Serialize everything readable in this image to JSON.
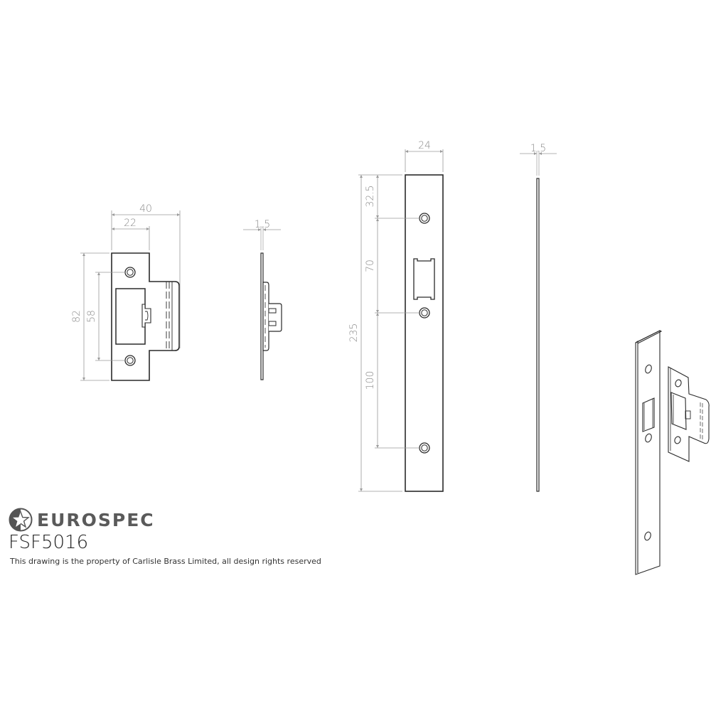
{
  "brand": {
    "logo_icon": "star-circle-logo-icon",
    "name": "EUROSPEC",
    "colors": {
      "logo_dark": "#555555",
      "text": "#5a5a5a"
    }
  },
  "product": {
    "code": "FSF5016",
    "copyright": "This drawing is the property of Carlisle Brass Limited, all design rights reserved"
  },
  "views": {
    "strike_front": {
      "dims": {
        "overall_width": "40",
        "plate_width": "22",
        "overall_height": "82",
        "hole_centres": "58"
      }
    },
    "strike_side": {
      "dims": {
        "thickness": "1.5"
      }
    },
    "forend_front": {
      "dims": {
        "width": "24",
        "overall_height": "235",
        "top_to_hole": "32.5",
        "hole_to_hole_upper": "70",
        "hole_to_hole_lower": "100"
      }
    },
    "forend_side": {
      "dims": {
        "thickness": "1.5"
      }
    },
    "isometric": {
      "label": "isometric-assembly"
    }
  },
  "colors": {
    "line": "#2a2a2a",
    "dim_line": "#9a9a9a",
    "dim_text": "#8a8a8a"
  }
}
